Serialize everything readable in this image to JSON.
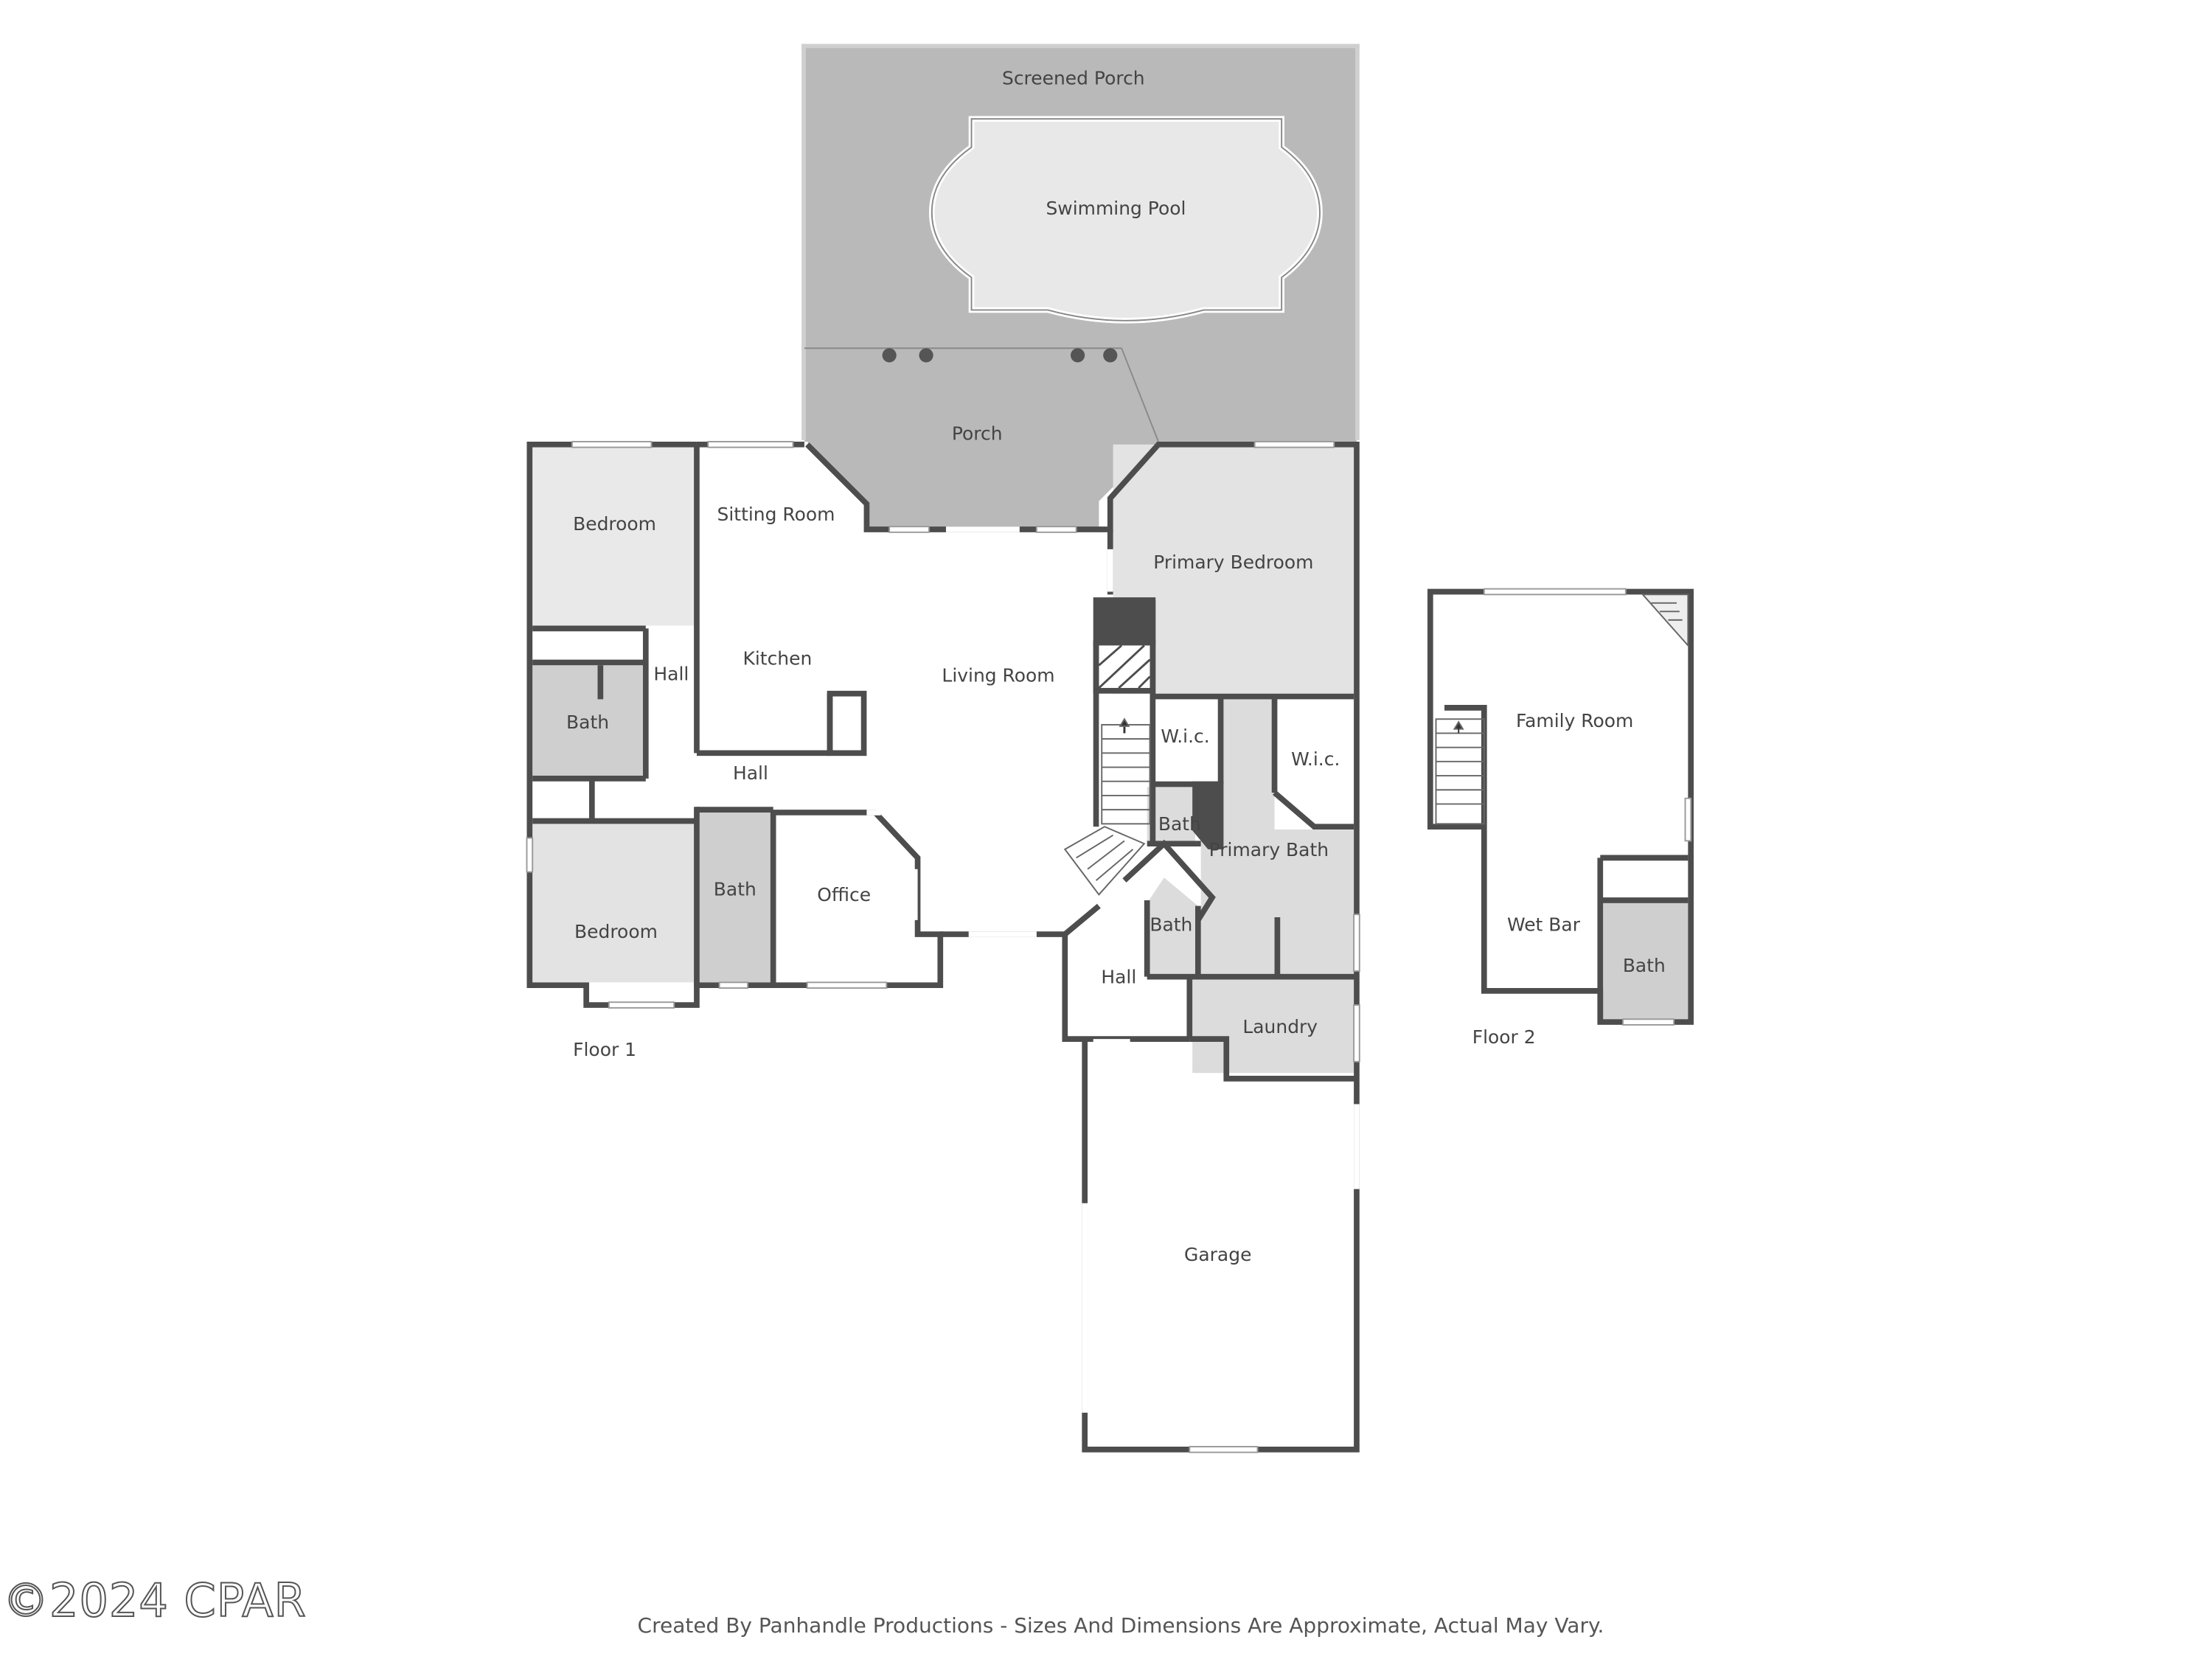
{
  "rooms": {
    "screened_porch": "Screened Porch",
    "swimming_pool": "Swimming Pool",
    "porch": "Porch",
    "sitting_room": "Sitting Room",
    "bedroom_1": "Bedroom",
    "primary_bedroom": "Primary Bedroom",
    "kitchen": "Kitchen",
    "hall_1": "Hall",
    "living_room": "Living Room",
    "bath_1": "Bath",
    "wic_1": "W.i.c.",
    "wic_2": "W.i.c.",
    "hall_2": "Hall",
    "bath_2": "Bath",
    "primary_bath": "Primary Bath",
    "bath_3": "Bath",
    "office": "Office",
    "bedroom_2": "Bedroom",
    "bath_4": "Bath",
    "hall_3": "Hall",
    "laundry": "Laundry",
    "garage": "Garage",
    "family_room": "Family Room",
    "wet_bar": "Wet Bar",
    "bath_5": "Bath"
  },
  "floors": {
    "floor_1": "Floor 1",
    "floor_2": "Floor 2"
  },
  "footer": {
    "watermark": "©2024 CPAR",
    "credit": "Created By Panhandle Productions - Sizes And Dimensions Are Approximate, Actual May Vary."
  },
  "colors": {
    "wall": "#4d4d4d",
    "outdoor_fill": "#b9b9b9",
    "room_fill_light": "#e9e9e9",
    "room_fill_mid": "#dcdcdc",
    "bath_fill": "#cfcfcf",
    "pool_fill": "#e8e8e8"
  }
}
